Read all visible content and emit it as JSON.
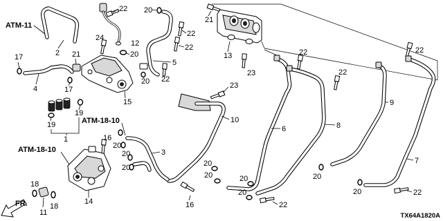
{
  "references": {
    "atm_11": "ATM-11",
    "atm_18_10_upper": "ATM-18-10",
    "atm_18_10_lower": "ATM-18-10"
  },
  "front_arrow_label": "FR.",
  "diagram_code": "TX64A1820A",
  "callouts": [
    "22",
    "20",
    "21",
    "2",
    "24",
    "12",
    "22",
    "13",
    "22",
    "22",
    "17",
    "21",
    "20",
    "5",
    "22",
    "23",
    "22",
    "4",
    "17",
    "20",
    "22",
    "15",
    "23",
    "9",
    "19",
    "19",
    "10",
    "6",
    "8",
    "1",
    "16",
    "20",
    "20",
    "3",
    "7",
    "20",
    "20",
    "20",
    "20",
    "20",
    "18",
    "20",
    "20",
    "22",
    "14",
    "18",
    "11",
    "16",
    "22"
  ]
}
